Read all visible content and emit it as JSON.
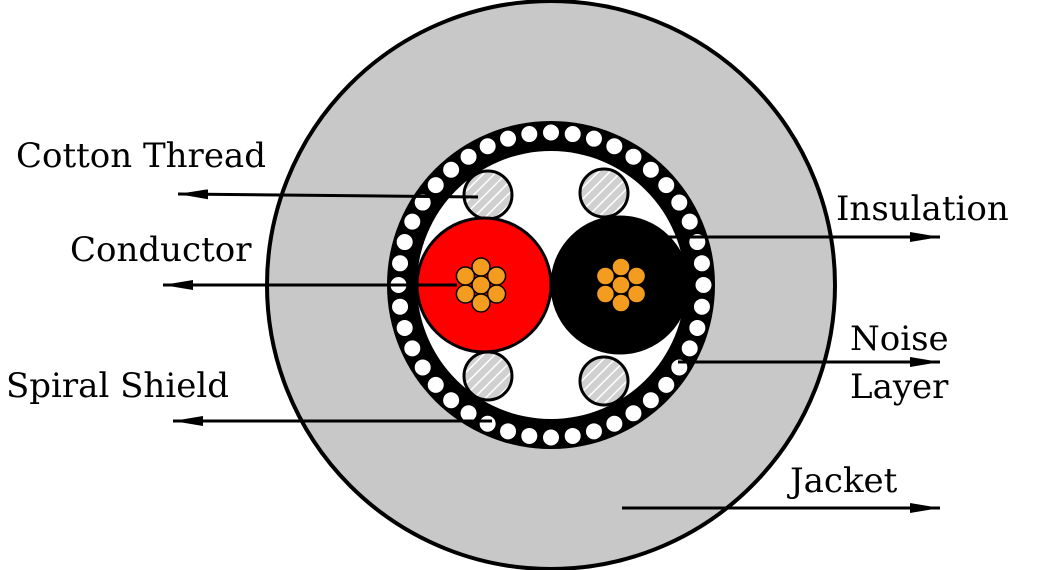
{
  "labels": {
    "cotton_thread": "Cotton Thread",
    "conductor": "Conductor",
    "spiral_shield": "Spiral Shield",
    "insulation": "Insulation",
    "noise_line1": "Noise",
    "noise_line2": "Layer",
    "jacket": "Jacket"
  },
  "colors": {
    "jacket_fill": "#c8c8c8",
    "red_insulation": "#ff0000",
    "black_insulation": "#000000",
    "conductor_strand": "#f39c1f",
    "cotton_fill": "#d0d0d0",
    "outline": "#000000",
    "background": "#ffffff"
  }
}
